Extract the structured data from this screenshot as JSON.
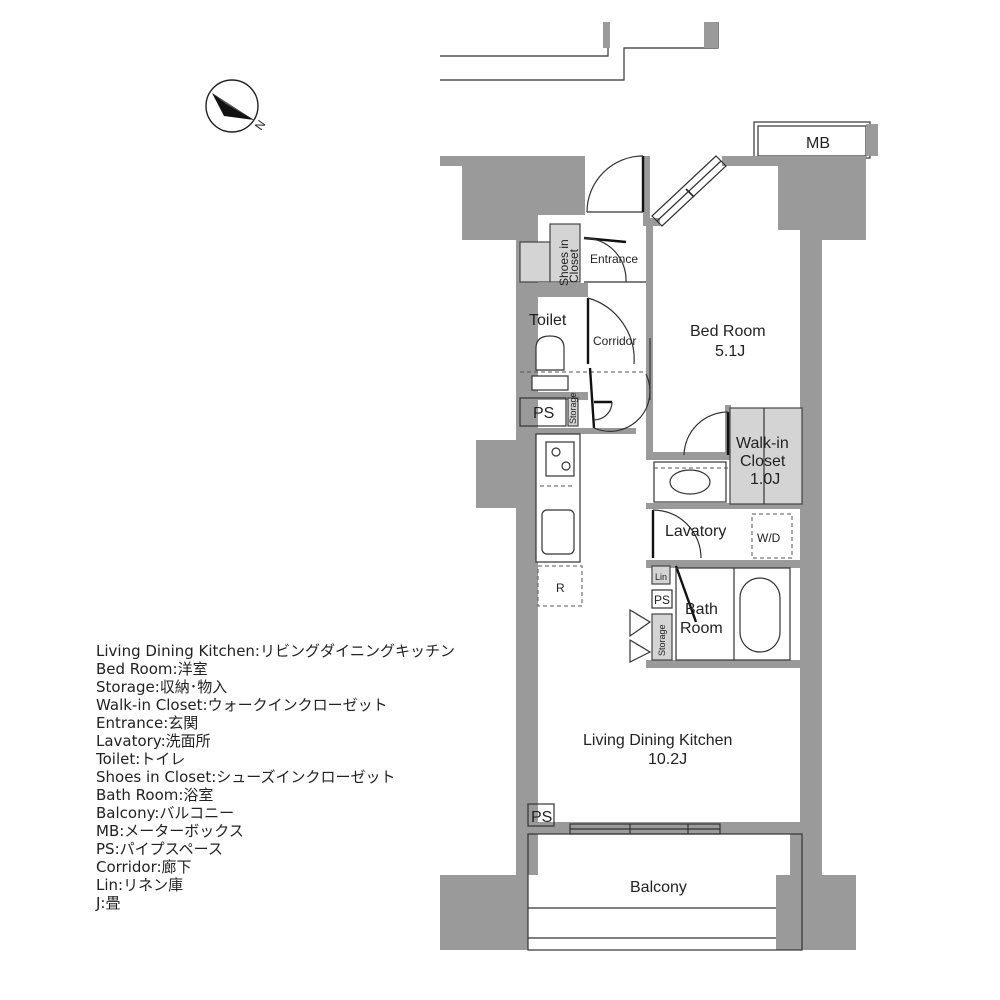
{
  "compass": {
    "label": "N"
  },
  "rooms": {
    "mb": "MB",
    "shoes_closet": [
      "Shoes in",
      "Closet"
    ],
    "entrance": "Entrance",
    "toilet": "Toilet",
    "corridor": "Corridor",
    "bed_room": {
      "name": "Bed Room",
      "size": "5.1J"
    },
    "ps_upper": "PS",
    "storage_small": "Storage",
    "walk_in_closet": {
      "lines": [
        "Walk-in",
        "Closet"
      ],
      "size": "1.0J"
    },
    "lavatory": "Lavatory",
    "wd": "W/D",
    "lin": "Lin",
    "ps_bath": "PS",
    "bath_room": [
      "Bath",
      "Room"
    ],
    "storage_bath": "Storage",
    "fridge": "R",
    "ldk": {
      "name": "Living Dining Kitchen",
      "size": "10.2J"
    },
    "ps_lower": "PS",
    "balcony": "Balcony"
  },
  "legend": [
    "Living Dining Kitchen:リビングダイニングキッチン",
    "Bed Room:洋室",
    "Storage:収納･物入",
    "Walk-in Closet:ウォークインクローゼット",
    "Entrance:玄関",
    "Lavatory:洗面所",
    "Toilet:トイレ",
    "Shoes in Closet:シューズインクローゼット",
    "Bath Room:浴室",
    "Balcony:バルコニー",
    "MB:メーターボックス",
    "PS:パイプスペース",
    "Corridor:廊下",
    "Lin:リネン庫",
    "J:畳"
  ]
}
